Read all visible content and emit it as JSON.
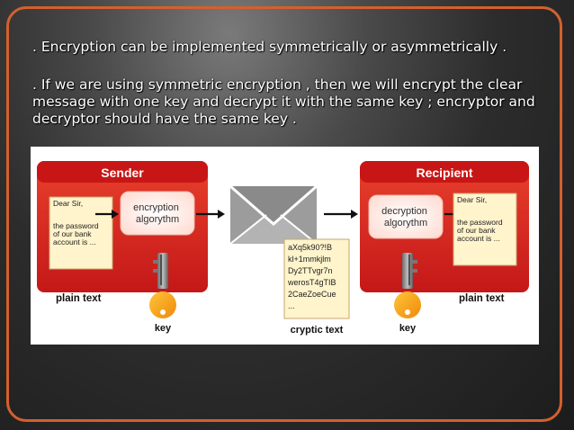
{
  "bullets": [
    ". Encryption can be implemented symmetrically or asymmetrically .",
    ". If we are using symmetric encryption  , then we will encrypt the clear",
    "message with one key and decrypt it with the same key ; encryptor and",
    "decryptor should have the same key ."
  ],
  "figure": {
    "sender_title": "Sender",
    "recipient_title": "Recipient",
    "letter_lines": [
      "Dear Sir,",
      "",
      "the password",
      "of our bank",
      "account is ..."
    ],
    "encryption_label": [
      "encryption",
      "algorythm"
    ],
    "decryption_label": [
      "decryption",
      "algorythm"
    ],
    "plain_text_label": "plain text",
    "key_label": "key",
    "cipher_lines": [
      "aXq5k90?!B",
      "kl+1mmkjlm",
      "Dy2TTvgr7n",
      "werosT4gTIB",
      "2CaeZoeCue",
      "..."
    ],
    "cryptic_text_label": "cryptic text"
  },
  "colors": {
    "frame": "#d3602e",
    "panel_red": "#d41f1f",
    "key_orange": "#f7a21b",
    "envelope": "#9a9a9a"
  }
}
